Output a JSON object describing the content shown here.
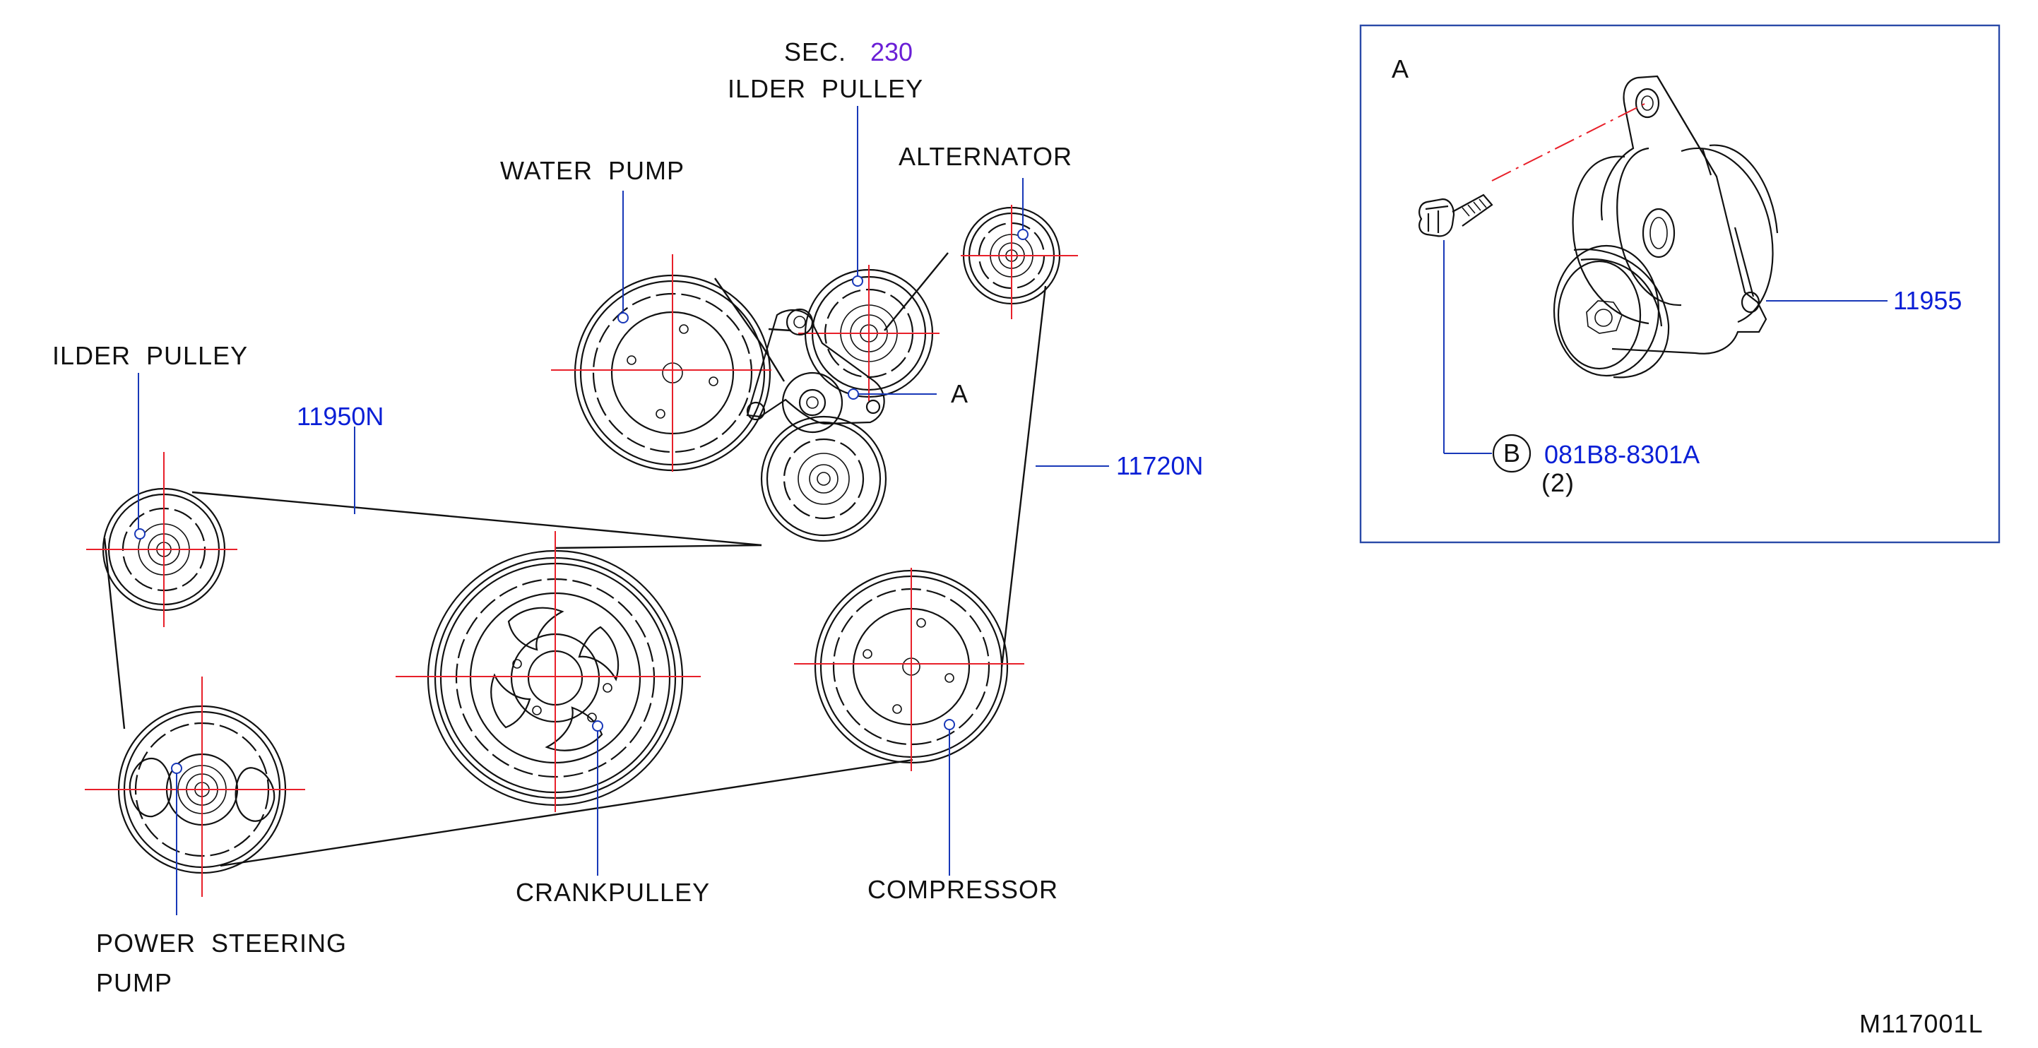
{
  "labels": {
    "sec": "SEC.",
    "sec_num": "230",
    "idler_pulley_top": "ILDER  PULLEY",
    "water_pump": "WATER  PUMP",
    "alternator": "ALTERNATOR",
    "idler_pulley_left": "ILDER  PULLEY",
    "part_11950n": "11950N",
    "callout_a": "A",
    "part_11720n": "11720N",
    "crankpulley": "CRANKPULLEY",
    "compressor": "COMPRESSOR",
    "power_steering_line1": "POWER  STEERING",
    "power_steering_line2": "PUMP",
    "diagram_code": "M117001L"
  },
  "detail": {
    "title": "A",
    "part_11955": "11955",
    "bolt_marker": "B",
    "bolt_part": "081B8-8301A",
    "bolt_qty": "(2)"
  },
  "colors": {
    "part_number": "#0a1fd6",
    "section_ref": "#6a1fd6",
    "centerline": "#e8202a",
    "leader": "#1838b8"
  }
}
